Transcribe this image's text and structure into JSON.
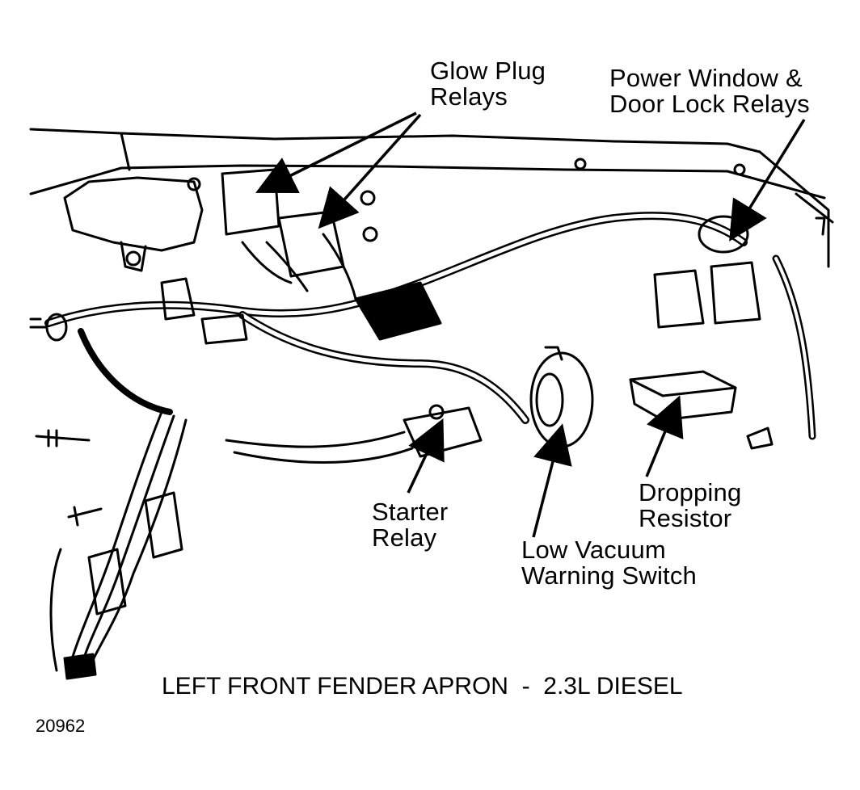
{
  "labels": {
    "glow_plug": {
      "line1": "Glow Plug",
      "line2": "Relays"
    },
    "power_window": {
      "line1": "Power Window &",
      "line2": "Door Lock Relays"
    },
    "starter": {
      "line1": "Starter",
      "line2": "Relay"
    },
    "low_vacuum": {
      "line1": "Low Vacuum",
      "line2": "Warning Switch"
    },
    "dropping": {
      "line1": "Dropping",
      "line2": "Resistor"
    }
  },
  "caption": "LEFT FRONT FENDER APRON  -  2.3L DIESEL",
  "figure_number": "20962",
  "colors": {
    "ink": "#000000",
    "paper": "#ffffff"
  }
}
